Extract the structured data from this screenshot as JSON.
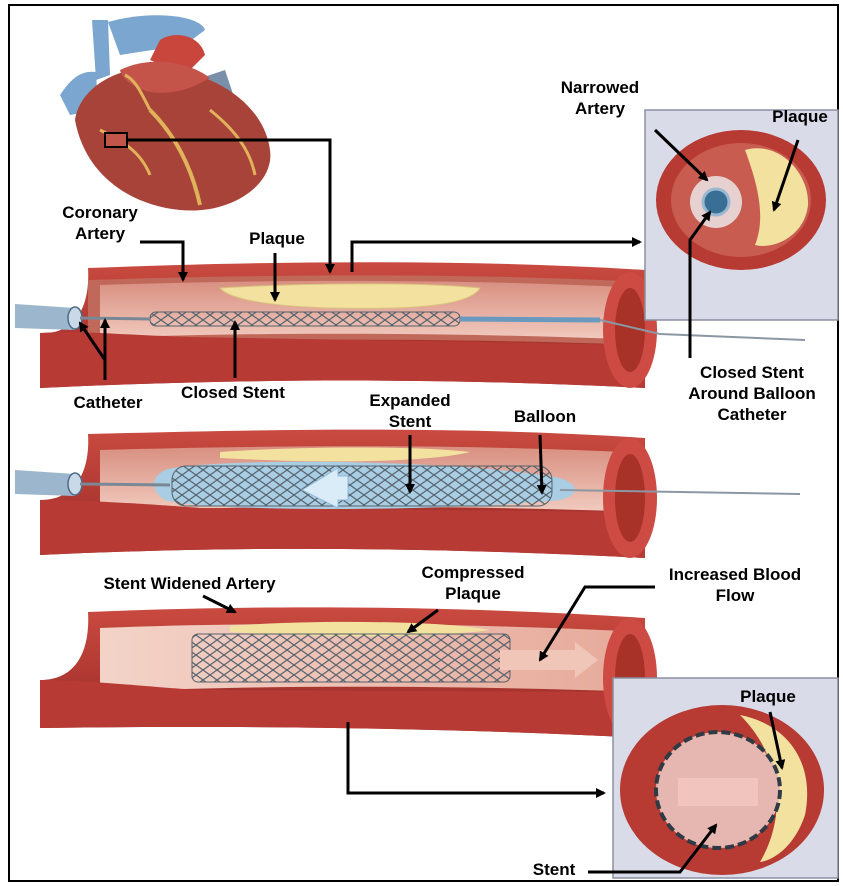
{
  "labels": {
    "coronary_artery_1": "Coronary",
    "coronary_artery_2": "Artery",
    "plaque_top": "Plaque",
    "narrowed_artery_1": "Narrowed",
    "narrowed_artery_2": "Artery",
    "plaque_inset_top": "Plaque",
    "closed_stent_around_1": "Closed Stent",
    "closed_stent_around_2": "Around Balloon",
    "closed_stent_around_3": "Catheter",
    "catheter": "Catheter",
    "closed_stent": "Closed Stent",
    "expanded_stent_1": "Expanded",
    "expanded_stent_2": "Stent",
    "balloon": "Balloon",
    "stent_widened_artery": "Stent Widened Artery",
    "compressed_plaque_1": "Compressed",
    "compressed_plaque_2": "Plaque",
    "increased_blood_flow_1": "Increased Blood",
    "increased_blood_flow_2": "Flow",
    "plaque_inset_bottom": "Plaque",
    "stent_inset_bottom": "Stent"
  },
  "colors": {
    "artery_wall": "#b83a34",
    "artery_dark": "#8e2a26",
    "artery_inner": "#e8b2a3",
    "plaque": "#f3e1a0",
    "stent": "#6f7f8c",
    "balloon": "#a9cde3",
    "inset_bg": "#d9dbe8",
    "arrow": "#000000"
  }
}
